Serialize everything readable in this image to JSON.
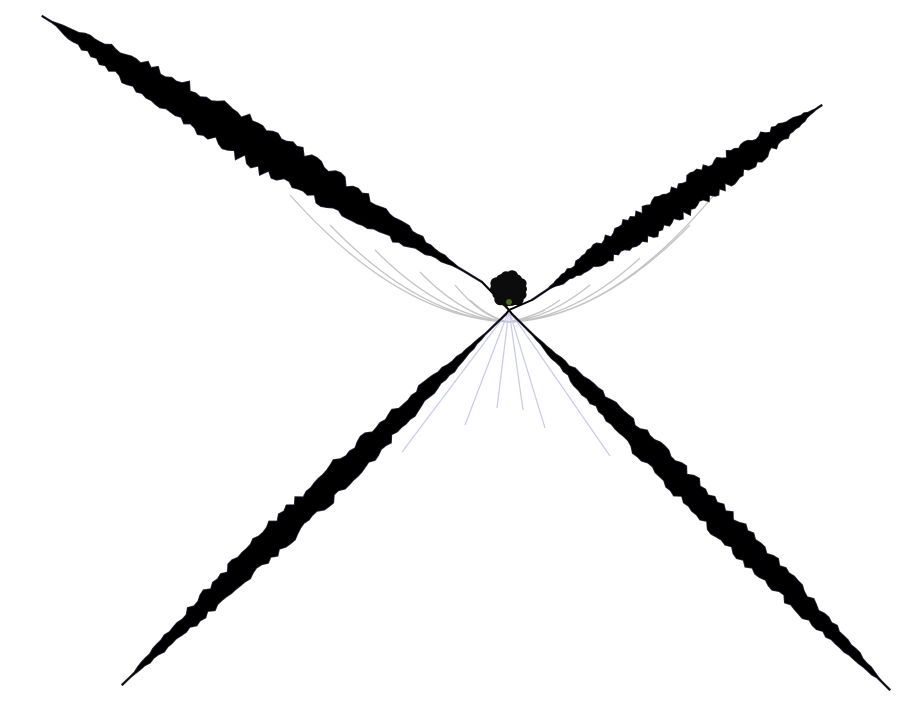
{
  "scene": {
    "background_color": "#ffffff",
    "arm_color": "#000000",
    "arm_edge_color": "#26263a",
    "upper_link_color": "#c4c4c4",
    "lower_link_color": "#c6c9ec",
    "node_color": "#0c0c0c",
    "node_highlight_color": "#4a6a1a",
    "arms": [
      {
        "name": "upper-left-arm"
      },
      {
        "name": "upper-right-arm"
      },
      {
        "name": "lower-left-arm"
      },
      {
        "name": "lower-right-arm"
      }
    ]
  }
}
